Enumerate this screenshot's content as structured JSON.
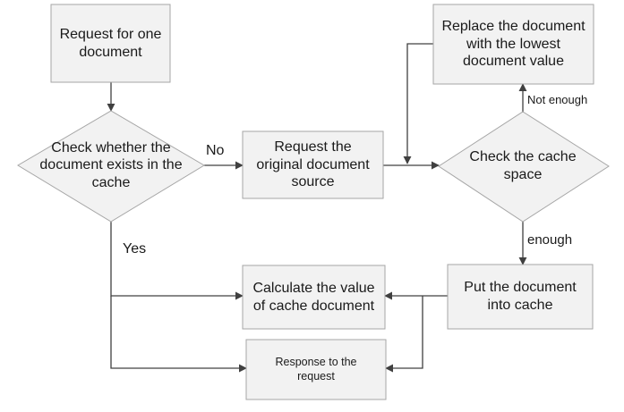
{
  "nodes": {
    "request_one_doc": "Request for one document",
    "check_exists": "Check whether the document exists in the cache",
    "request_original": "Request the original document source",
    "check_space": "Check  the cache space",
    "replace_lowest": "Replace the document with the lowest document value",
    "put_into_cache": "Put the document into cache",
    "calculate_value": "Calculate the value of cache document",
    "response": "Response to the request"
  },
  "edge_labels": {
    "no": "No",
    "yes": "Yes",
    "not_enough": "Not enough",
    "enough": "enough"
  },
  "colors": {
    "node_fill": "#f2f2f2",
    "node_border": "#a6a6a6",
    "edge": "#404040"
  }
}
